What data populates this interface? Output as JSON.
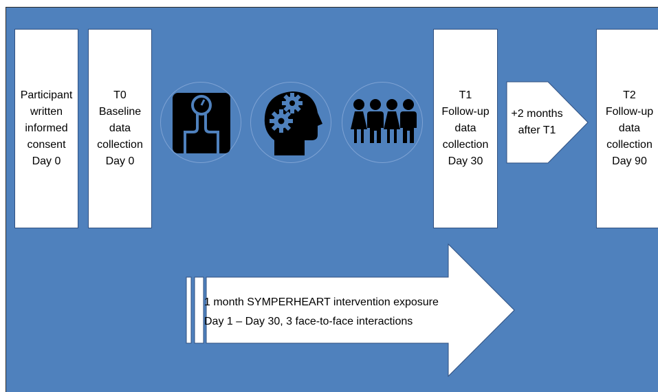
{
  "colors": {
    "background": "#4f81bd",
    "box_fill": "#ffffff",
    "icon_fill": "#000000"
  },
  "consent_box": {
    "lines": [
      "Participant",
      "written",
      "informed",
      "consent",
      "Day 0"
    ]
  },
  "t0_box": {
    "lines": [
      "T0",
      "Baseline",
      "data",
      "collection",
      "Day 0"
    ]
  },
  "icons": [
    "weighing-scale-icon",
    "head-gears-icon",
    "people-group-icon"
  ],
  "t1_box": {
    "lines": [
      "T1",
      "Follow-up",
      "data",
      "collection",
      "Day 30"
    ]
  },
  "gap_arrow": {
    "lines": [
      "+2 months",
      "after T1"
    ]
  },
  "t2_box": {
    "lines": [
      "T2",
      "Follow-up",
      "data",
      "collection",
      "Day 90"
    ]
  },
  "intervention_arrow": {
    "line1": "1 month SYMPERHEART intervention exposure",
    "line2": "Day 1 – Day 30, 3 face-to-face interactions"
  }
}
